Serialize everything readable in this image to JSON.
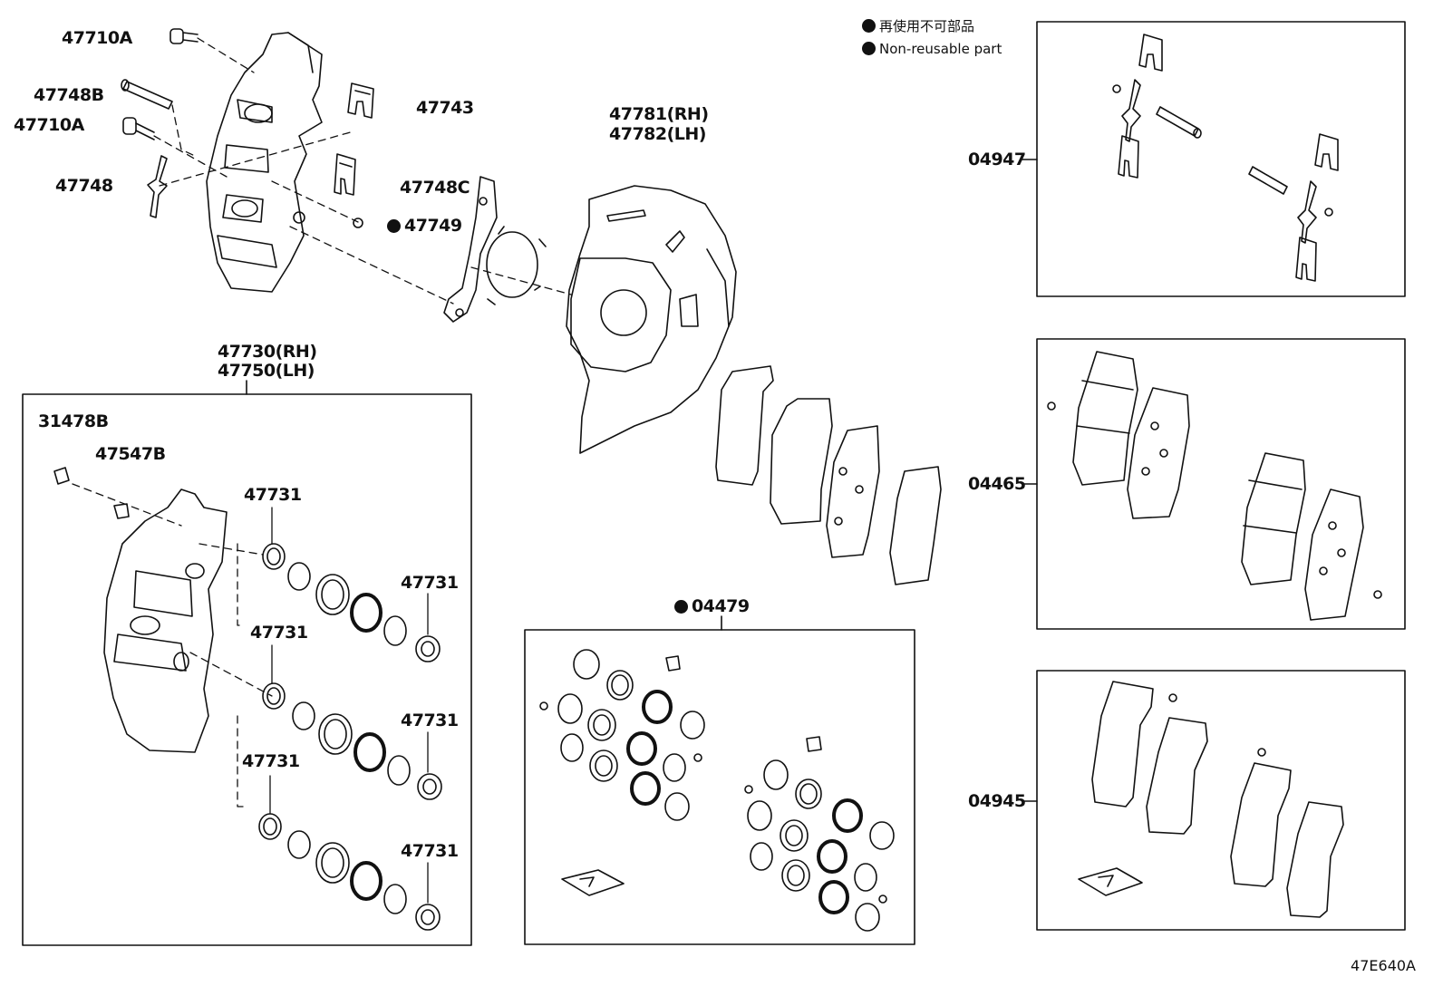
{
  "legend": {
    "jp": "再使用不可部品",
    "en": "Non-reusable part"
  },
  "labels": {
    "p47710A_top": "47710A",
    "p47748B": "47748B",
    "p47710A_mid": "47710A",
    "p47748": "47748",
    "p47743": "47743",
    "p47748C": "47748C",
    "p47749": "47749",
    "p47781": "47781(RH)",
    "p47782": "47782(LH)",
    "p47730": "47730(RH)",
    "p47750": "47750(LH)",
    "p31478B": "31478B",
    "p47547B": "47547B",
    "p47731_a": "47731",
    "p47731_b": "47731",
    "p47731_c": "47731",
    "p47731_d": "47731",
    "p47731_e": "47731",
    "p47731_f": "47731",
    "p04479": "04479",
    "p04947": "04947",
    "p04465": "04465",
    "p04945": "04945"
  },
  "diagram_code": "47E640A"
}
